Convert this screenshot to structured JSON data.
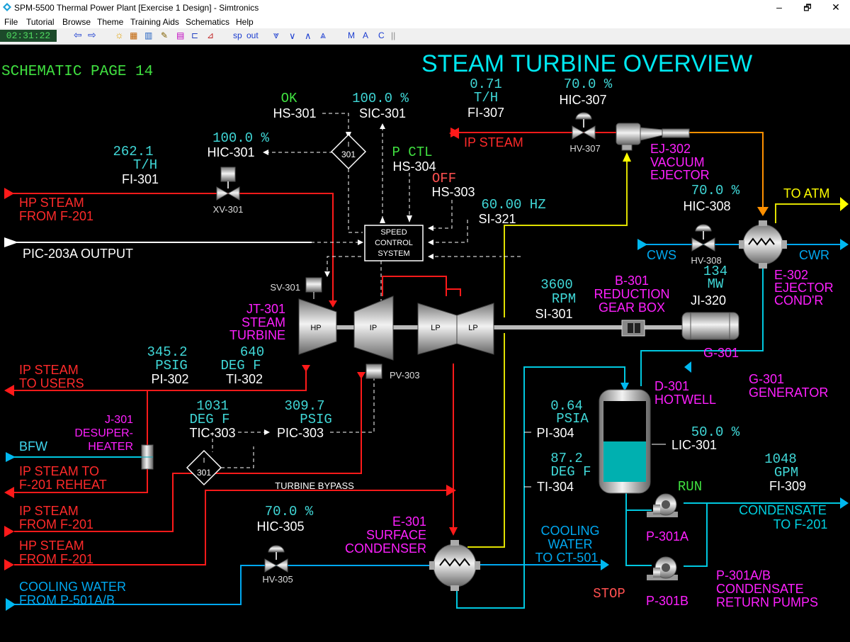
{
  "window": {
    "title": "SPM-5500 Thermal Power Plant [Exercise 1 Design] - Simtronics",
    "minimize": "–",
    "maximize": "🗗",
    "close": "✕"
  },
  "menu": [
    "File",
    "Tutorial",
    "Browse",
    "Theme",
    "Training Aids",
    "Schematics",
    "Help"
  ],
  "toolbar": {
    "clock": "02:31:22",
    "sp": "sp",
    "out": "out",
    "m": "M",
    "a": "A",
    "c": "C"
  },
  "colors": {
    "steam_red": "#ff1a1a",
    "water_blue": "#00a8f0",
    "condensate_cyan": "#00d0e0",
    "yellow": "#ffff00",
    "magenta": "#ff00ff",
    "value_cyan": "#40d8d8",
    "green": "#40e040"
  },
  "schematic": {
    "page_label": "SCHEMATIC PAGE 14",
    "title": "STEAM TURBINE OVERVIEW",
    "hs301": {
      "status": "OK",
      "tag": "HS-301"
    },
    "sic301": {
      "value": "100.0 %",
      "tag": "SIC-301"
    },
    "fi307": {
      "value": "0.71",
      "unit": "T/H",
      "tag": "FI-307"
    },
    "hic307": {
      "value": "70.0 %",
      "tag": "HIC-307"
    },
    "fi301": {
      "value": "262.1",
      "unit": "T/H",
      "tag": "FI-301"
    },
    "hic301": {
      "value": "100.0 %",
      "tag": "HIC-301"
    },
    "hs304": {
      "status": "P CTL",
      "tag": "HS-304"
    },
    "hs303": {
      "status": "OFF",
      "tag": "HS-303"
    },
    "si321": {
      "value": "60.00 HZ",
      "tag": "SI-321"
    },
    "hic308": {
      "value": "70.0 %",
      "tag": "HIC-308"
    },
    "si301": {
      "value": "3600",
      "unit": "RPM",
      "tag": "SI-301"
    },
    "ji320": {
      "value": "134",
      "unit": "MW",
      "tag": "JI-320"
    },
    "pi302": {
      "value": "345.2",
      "unit": "PSIG",
      "tag": "PI-302"
    },
    "ti302": {
      "value": "640",
      "unit": "DEG F",
      "tag": "TI-302"
    },
    "tic303": {
      "value": "1031",
      "unit": "DEG F",
      "tag": "TIC-303"
    },
    "pic303": {
      "value": "309.7",
      "unit": "PSIG",
      "tag": "PIC-303"
    },
    "pi304": {
      "value": "0.64",
      "unit": "PSIA",
      "tag": "PI-304"
    },
    "lic301": {
      "value": "50.0 %",
      "tag": "LIC-301"
    },
    "ti304": {
      "value": "87.2",
      "unit": "DEG F",
      "tag": "TI-304"
    },
    "fi309": {
      "value": "1048",
      "unit": "GPM",
      "tag": "FI-309"
    },
    "hic305": {
      "value": "70.0 %",
      "tag": "HIC-305"
    },
    "p301a_status": "RUN",
    "p301b_status": "STOP",
    "speed_control": [
      "SPEED",
      "CONTROL",
      "SYSTEM"
    ],
    "relay_301": "301",
    "relay_i": "I",
    "hotwell_level_fraction": 0.5,
    "streams": {
      "hp_steam_in": [
        "HP STEAM",
        "FROM F-201"
      ],
      "pic203a": "PIC-203A OUTPUT",
      "ip_steam_users": [
        "IP STEAM",
        "TO USERS"
      ],
      "bfw": "BFW",
      "ip_reheat": [
        "IP STEAM TO",
        "F-201 REHEAT"
      ],
      "ip_steam_from": [
        "IP STEAM",
        "FROM F-201"
      ],
      "hp_steam_from": [
        "HP STEAM",
        "FROM F-201"
      ],
      "cw_from": [
        "COOLING WATER",
        "FROM P-501A/B"
      ],
      "ip_steam_top": "IP STEAM",
      "to_atm": "TO ATM",
      "cws": "CWS",
      "cwr": "CWR",
      "turbine_bypass": "TURBINE BYPASS",
      "cooling_water_to": [
        "COOLING",
        "WATER",
        "TO CT-501"
      ],
      "condensate_to": [
        "CONDENSATE",
        "TO F-201"
      ]
    },
    "equipment": {
      "ej302": [
        "EJ-302",
        "VACUUM",
        "EJECTOR"
      ],
      "e302": [
        "E-302",
        "EJECTOR",
        "COND'R"
      ],
      "b301": [
        "B-301",
        "REDUCTION",
        "GEAR BOX"
      ],
      "g301_tag": "G-301",
      "g301_desc": [
        "G-301",
        "GENERATOR"
      ],
      "jt301": [
        "JT-301",
        "STEAM",
        "TURBINE"
      ],
      "j301": [
        "J-301",
        "DESUPER-",
        "HEATER"
      ],
      "d301": [
        "D-301",
        "HOTWELL"
      ],
      "e301": [
        "E-301",
        "SURFACE",
        "CONDENSER"
      ],
      "p301a": "P-301A",
      "p301b": "P-301B",
      "p301ab": [
        "P-301A/B",
        "CONDENSATE",
        "RETURN PUMPS"
      ],
      "hp": "HP",
      "ip": "IP",
      "lp": "LP",
      "sv301": "SV-301",
      "pv303": "PV-303",
      "xv301": "XV-301",
      "hv307": "HV-307",
      "hv308": "HV-308",
      "hv305": "HV-305"
    }
  }
}
